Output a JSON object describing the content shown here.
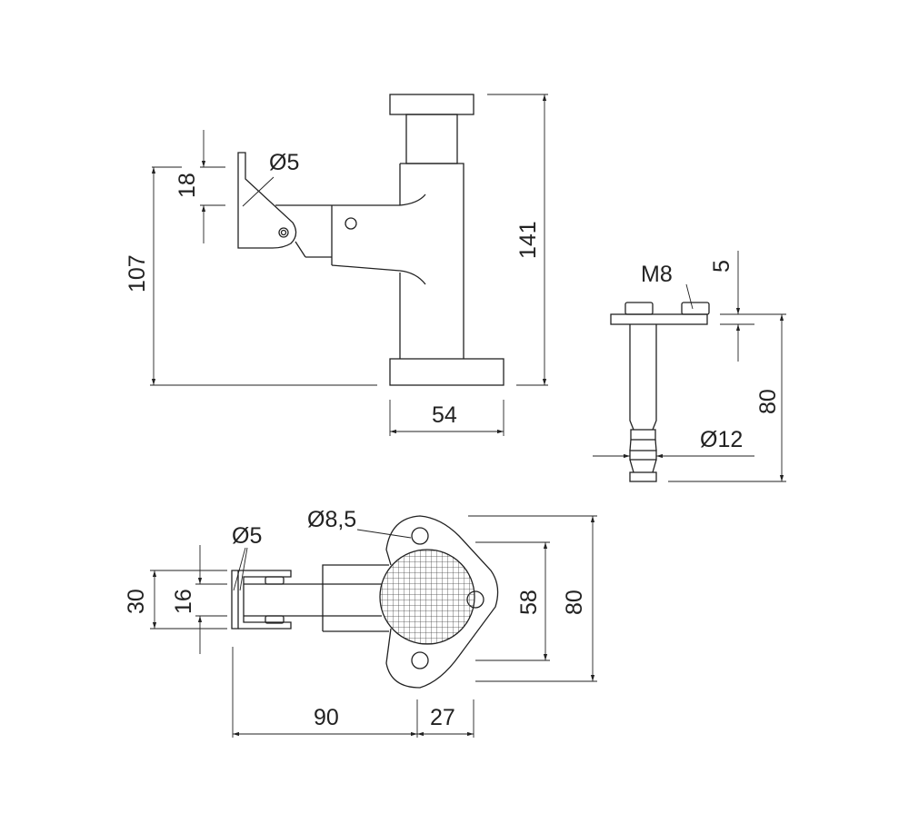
{
  "side_view": {
    "hook_diameter": "Ø5",
    "hook_height": "18",
    "arm_height": "107",
    "total_height": "141",
    "base_width": "54"
  },
  "mount_view": {
    "thread": "M8",
    "plate_thickness": "5",
    "length": "80",
    "pin_diameter": "Ø12"
  },
  "top_view": {
    "hole_diameter": "Ø8,5",
    "hook_diameter": "Ø5",
    "outer_width": "30",
    "inner_width": "16",
    "hole_spacing": "58",
    "plate_width": "80",
    "arm_length": "90",
    "plate_depth": "27"
  }
}
